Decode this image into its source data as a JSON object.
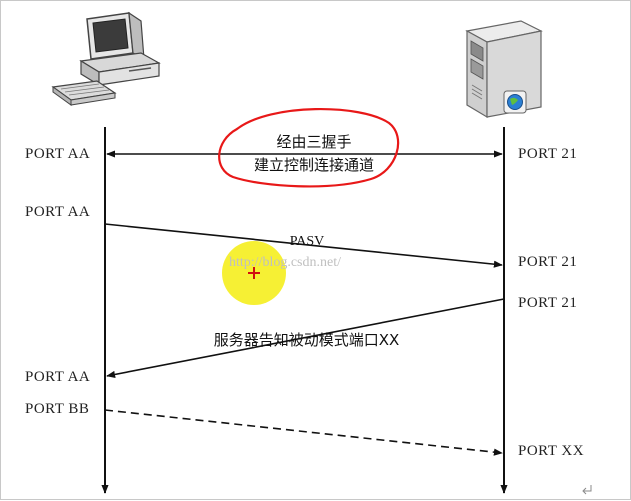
{
  "client": {
    "icon": "desktop-computer-icon",
    "ports": {
      "row1": "PORT AA",
      "row2": "PORT AA",
      "row3": "PORT AA",
      "row4": "PORT BB"
    }
  },
  "server": {
    "icon": "server-tower-icon",
    "ports": {
      "row1": "PORT 21",
      "row2": "PORT 21",
      "row3": "PORT 21",
      "row4": "PORT XX"
    }
  },
  "messages": {
    "handshake_line1": "经由三握手",
    "handshake_line2": "建立控制连接通道",
    "pasv": "PASV",
    "server_notify": "服务器告知被动模式端口XX"
  },
  "watermark": "http://blog.csdn.net/",
  "colors": {
    "line": "#111111",
    "highlight_circle": "#e81818",
    "cursor_halo": "#f5ee1e",
    "cursor_cross": "#d01010"
  }
}
